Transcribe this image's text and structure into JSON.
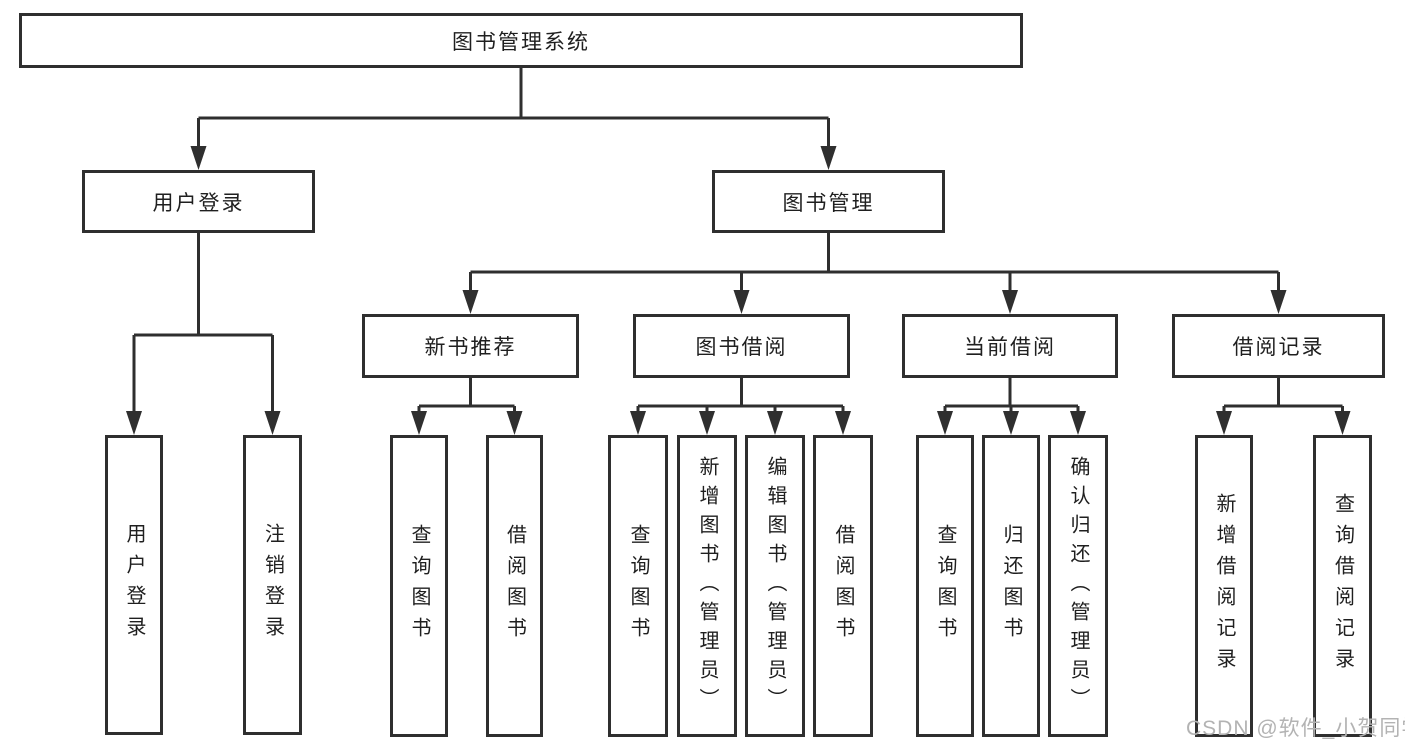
{
  "diagram": {
    "title": "图书管理系统",
    "colors": {
      "line": "#2f2f2f",
      "text": "#1f1f1f",
      "background": "#ffffff",
      "watermark_text_color": "#b3b3b3"
    },
    "nodes": {
      "root": {
        "label": "图书管理系统"
      },
      "user_login": {
        "label": "用户登录"
      },
      "book_mgmt": {
        "label": "图书管理"
      },
      "new_book_rec": {
        "label": "新书推荐"
      },
      "book_borrow": {
        "label": "图书借阅"
      },
      "current_borrow": {
        "label": "当前借阅"
      },
      "borrow_record": {
        "label": "借阅记录"
      },
      "user_login_leaf": {
        "label": "用户登录"
      },
      "logout": {
        "label": "注销登录"
      },
      "query_book_1": {
        "label": "查询图书"
      },
      "borrow_book_1": {
        "label": "借阅图书"
      },
      "query_book_2": {
        "label": "查询图书"
      },
      "add_book_admin": {
        "label": "新增图书（管理员）"
      },
      "edit_book_admin": {
        "label": "编辑图书（管理员）"
      },
      "borrow_book_2": {
        "label": "借阅图书"
      },
      "query_book_3": {
        "label": "查询图书"
      },
      "return_book": {
        "label": "归还图书"
      },
      "confirm_return_admin": {
        "label": "确认归还（管理员）"
      },
      "add_borrow_record": {
        "label": "新增借阅记录"
      },
      "query_borrow_record": {
        "label": "查询借阅记录"
      }
    },
    "hierarchy": {
      "root": [
        "user_login",
        "book_mgmt"
      ],
      "user_login": [
        "user_login_leaf",
        "logout"
      ],
      "book_mgmt": [
        "new_book_rec",
        "book_borrow",
        "current_borrow",
        "borrow_record"
      ],
      "new_book_rec": [
        "query_book_1",
        "borrow_book_1"
      ],
      "book_borrow": [
        "query_book_2",
        "add_book_admin",
        "edit_book_admin",
        "borrow_book_2"
      ],
      "current_borrow": [
        "query_book_3",
        "return_book",
        "confirm_return_admin"
      ],
      "borrow_record": [
        "add_borrow_record",
        "query_borrow_record"
      ]
    },
    "watermark": "CSDN @软件_小贺同学"
  }
}
